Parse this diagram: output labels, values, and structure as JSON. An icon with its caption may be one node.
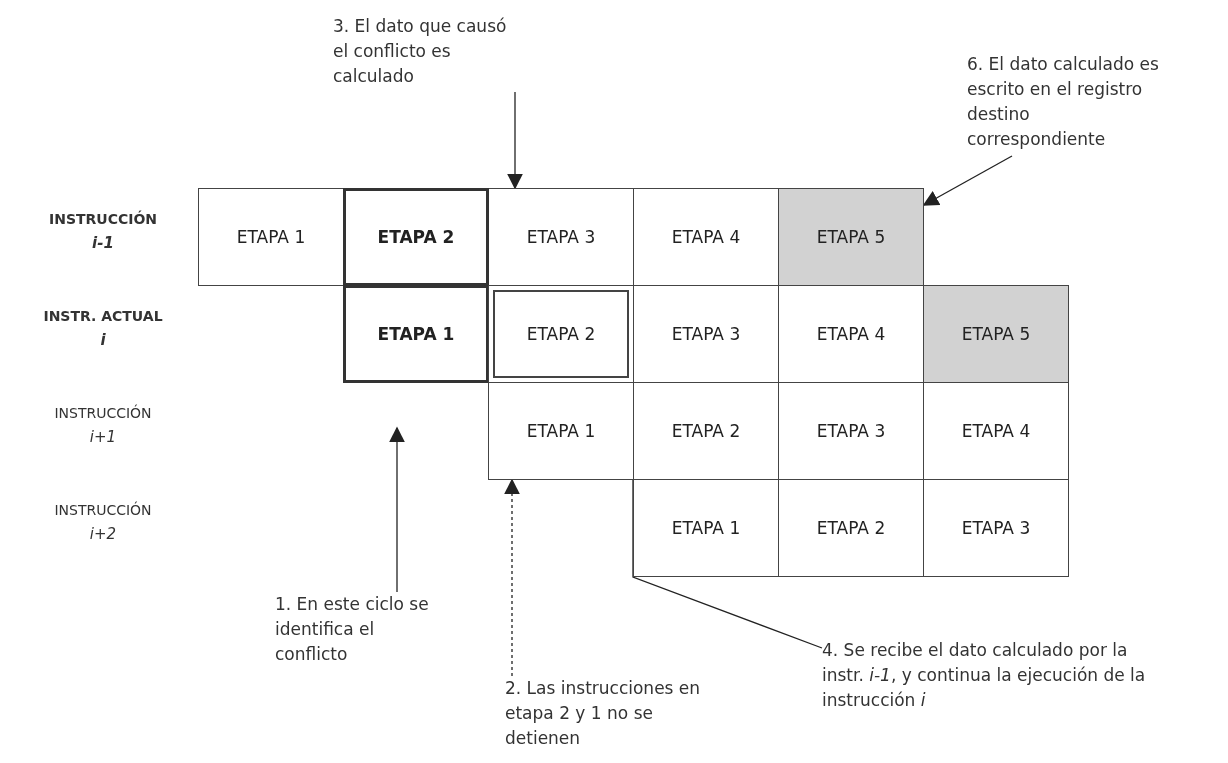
{
  "diagram": {
    "nodes": [
      {
        "text": [
          "3. El dato que causó el conflicto es calculado"
        ]
      },
      {
        "text": [
          "6. El dato calculado es escrito en el registro destino correspondiente"
        ]
      },
      {
        "text": [
          "ETAPA 1"
        ]
      },
      {
        "text": [
          "ETAPA 2"
        ]
      },
      {
        "text": [
          "ETAPA 3"
        ]
      },
      {
        "text": [
          "ETAPA 4"
        ]
      },
      {
        "text": [
          "ETAPA 5"
        ]
      },
      {
        "text": [
          "ETAPA 1"
        ]
      },
      {
        "text": [
          "ETAPA 2"
        ]
      },
      {
        "text": [
          "ETAPA 3"
        ]
      },
      {
        "text": [
          "ETAPA 4"
        ]
      },
      {
        "text": [
          "ETAPA 5"
        ]
      },
      {
        "text": [
          "ETAPA 1"
        ]
      },
      {
        "text": [
          "ETAPA 2"
        ]
      },
      {
        "text": [
          "ETAPA 3"
        ]
      },
      {
        "text": [
          "ETAPA 4"
        ]
      },
      {
        "text": [
          "ETAPA 1"
        ]
      },
      {
        "text": [
          "ETAPA 2"
        ]
      },
      {
        "text": [
          "ETAPA 3"
        ]
      },
      {
        "text": [
          "1. En este ciclo se identifica el conflicto"
        ]
      },
      {
        "text": [
          "4. Se recibe el dato calculado por la instr. *i-1*, y continua la ejecución de la instrucción *i*"
        ]
      },
      {
        "text": [
          "2. Las instrucciones en etapa 2 y 1 no se detienen"
        ]
      }
    ],
    "edges": [
      {
        "from": 0,
        "to": 4,
        "arrow": "to"
      },
      {
        "from": 1,
        "to": 6,
        "arrow": "to"
      },
      {
        "from": 19,
        "to": null,
        "arrow": "to"
      },
      {
        "from": 21,
        "to": 12,
        "arrow": "to",
        "style": "dashed"
      },
      {
        "from": 20,
        "to": 8,
        "arrow": "to"
      }
    ],
    "labels": [
      "INSTRUCCIÓN",
      "i-1",
      "INSTR. ACTUAL",
      "i",
      "INSTRUCCIÓN",
      "i+1",
      "INSTRUCCIÓN",
      "i+2"
    ]
  }
}
